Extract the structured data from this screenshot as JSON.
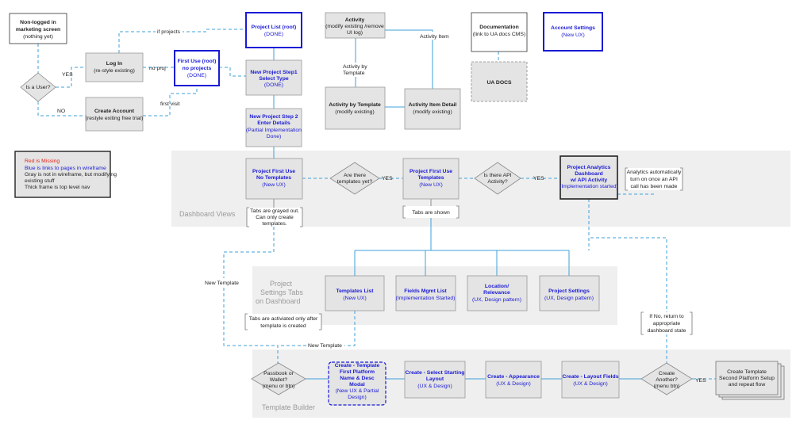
{
  "regions": {
    "dashboard_views": "Dashboard Views",
    "project_settings_tabs": [
      "Project",
      "Settings Tabs",
      "on Dashboard"
    ],
    "template_builder": "Template Builder"
  },
  "nodes": {
    "non_logged": [
      "Non-logged in",
      "marketing screen",
      "(nothing yet)"
    ],
    "log_in": [
      "Log In",
      "(re-style existing)"
    ],
    "create_account": [
      "Create Account",
      "(restyle exiting free trial)"
    ],
    "first_use_root": [
      "First Use (root)",
      "no projects",
      "(DONE)"
    ],
    "project_list": [
      "Project List (root)",
      "(DONE)"
    ],
    "new_project_step1": [
      "New Project Step1",
      "Select Type",
      "(DONE)"
    ],
    "new_project_step2": [
      "New Project Step 2",
      "Enter Details",
      "(Partial Implementation",
      "Done)"
    ],
    "activity": [
      "Activity",
      "(modify existing /remove",
      "UI log)"
    ],
    "activity_by_template": [
      "Activity by Template",
      "(modify existing)"
    ],
    "activity_item_detail": [
      "Activity Item Detail",
      "(modify existing)"
    ],
    "documentation": [
      "Documentation",
      "(link to UA docs CMS)"
    ],
    "ua_docs": [
      "UA DOCS"
    ],
    "account_settings": [
      "Account Settings",
      "(New UX)"
    ],
    "project_first_use_no_templates": [
      "Project First Use",
      "No Templates",
      "(New UX)"
    ],
    "project_first_use_templates": [
      "Project First Use",
      "Templates",
      "(New UX)"
    ],
    "project_analytics_dashboard": [
      "Project Analytics",
      "Dashboard",
      "w/ API Activity",
      "(Implementation started)"
    ],
    "templates_list": [
      "Templates List",
      "(New UX)"
    ],
    "fields_mgmt_list": [
      "Fields Mgmt List",
      "(Implementation Started)"
    ],
    "location_relevance": [
      "Location/",
      "Relevance",
      "(UX, Design pattern)"
    ],
    "project_settings": [
      "Project Settings",
      "(UX, Design pattern)"
    ],
    "create_template_first": [
      "Create - Template",
      "First Platform",
      "Name & Desc",
      "Modal",
      "(New UX & Partial",
      "Design)"
    ],
    "create_select_layout": [
      "Create - Select Starting",
      "Layout",
      "(UX & Design)"
    ],
    "create_appearance": [
      "Create - Appearance",
      "(UX & Design)"
    ],
    "create_layout_fields": [
      "Create - Layout Fields",
      "(UX & Design)"
    ],
    "create_second_platform": [
      "Create Template",
      "Second Platform Setup",
      "and repeat flow"
    ]
  },
  "decisions": {
    "is_a_user": [
      "Is a User?"
    ],
    "are_there_templates": [
      "Are there",
      "templates yet?"
    ],
    "is_there_api": [
      "Is there API",
      "Activity?"
    ],
    "passbook_or_wallet": [
      "Passbook or",
      "Wallet?",
      "(menu or btn)"
    ],
    "create_another": [
      "Create",
      "Another?",
      "(menu btn)"
    ]
  },
  "edge_labels": {
    "if_projects": "if projects",
    "no_proj": "no proj",
    "first_visit": "first visit",
    "yes_user": "YES",
    "no_user": "NO",
    "activity_item": "Activity Item",
    "activity_by_template": [
      "Activity by",
      "Template"
    ],
    "yes_templates": "YES",
    "yes_api": "YES",
    "new_template_left": "New Template",
    "new_template_bottom": "New Template",
    "yes_create_another": "YES"
  },
  "notes": {
    "tabs_grayed": [
      "Tabs are grayed out.",
      "Can only create",
      "templates."
    ],
    "tabs_shown": [
      "Tabs are shown"
    ],
    "analytics_auto": [
      "Analytics automatically",
      "turn on once an API",
      "call has been made"
    ],
    "tabs_activated": [
      "Tabs are activiated only after",
      "template is created"
    ],
    "if_no_return": [
      "If No, return to",
      "appropriate",
      "dashboard state"
    ]
  },
  "legend": {
    "red": "Red is Missing",
    "blue": "Blue is links to pages in wireframe",
    "gray": [
      "Gray is not in wireframe, but modifying",
      "existing stuff"
    ],
    "thick": "Thick frame is top level nav"
  }
}
